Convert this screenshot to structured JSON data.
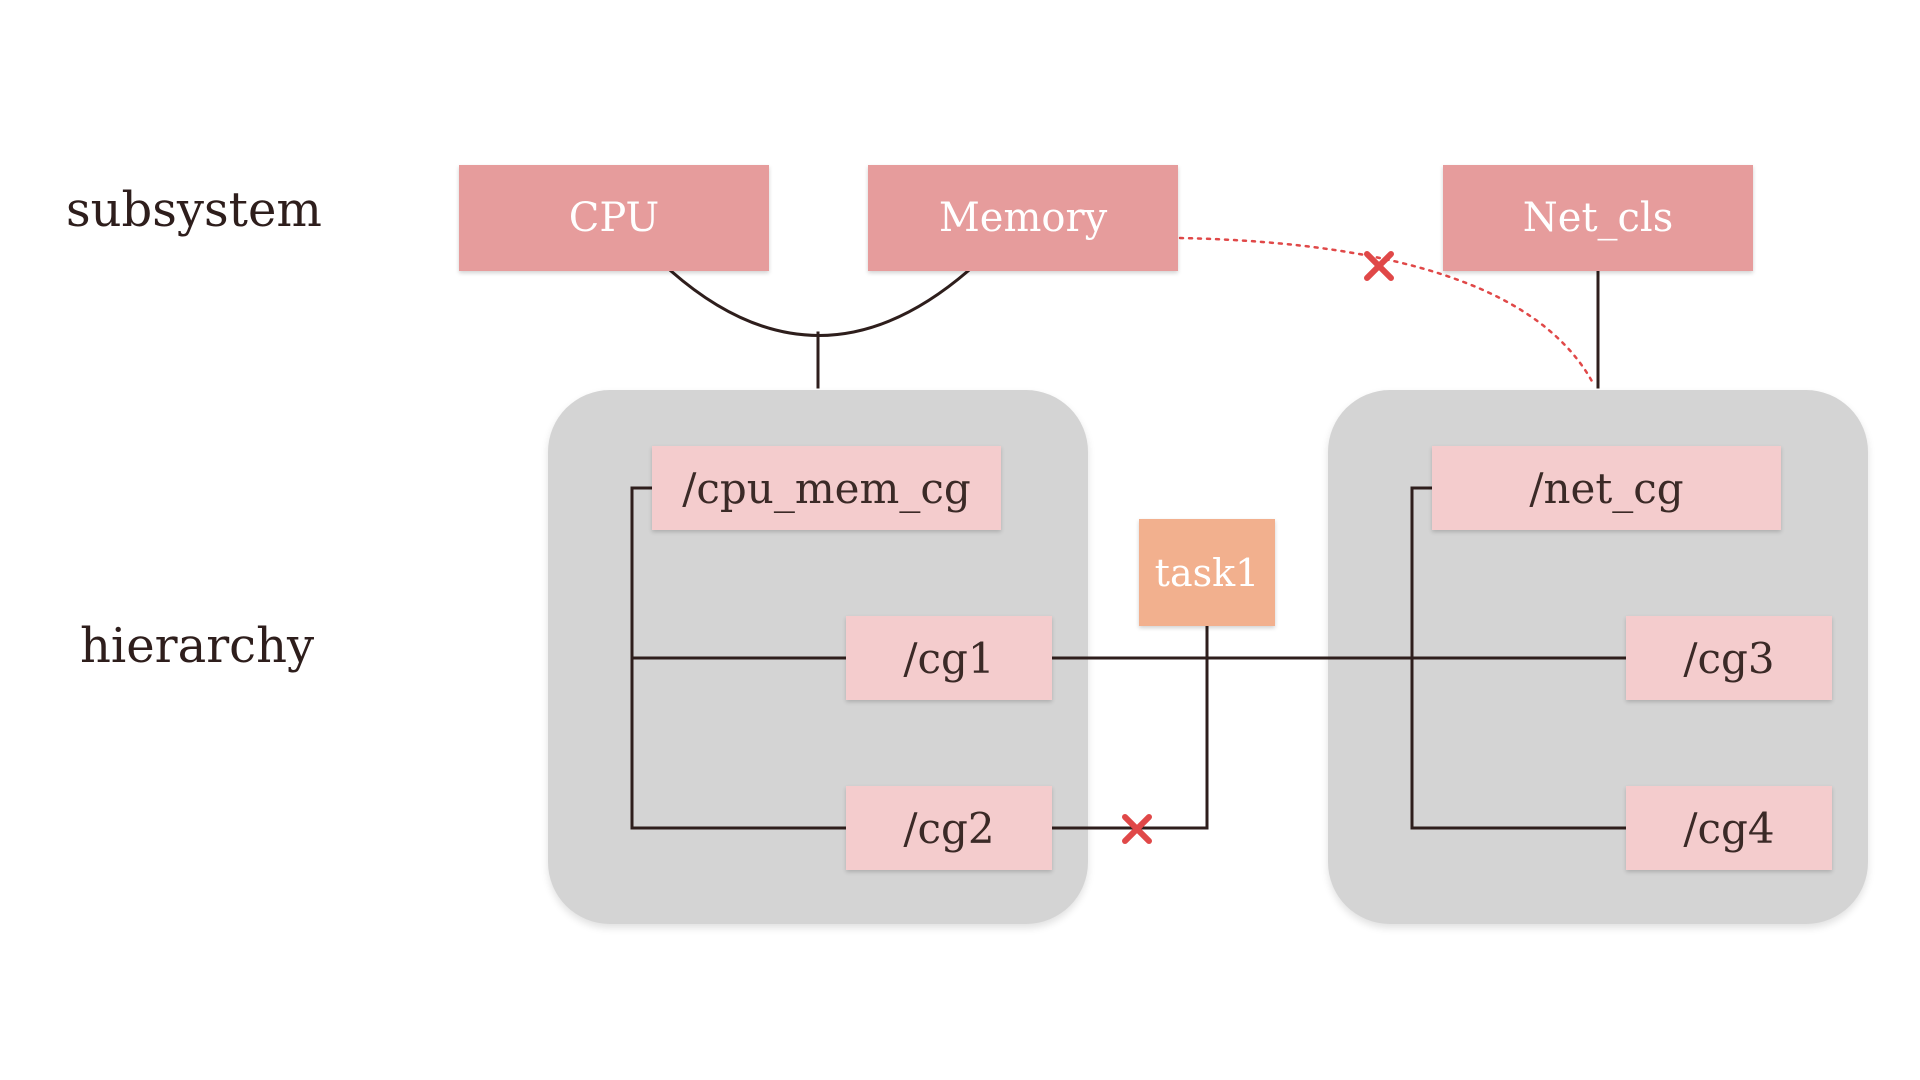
{
  "labels": {
    "subsystem": "subsystem",
    "hierarchy": "hierarchy"
  },
  "subsystems": {
    "cpu": "CPU",
    "memory": "Memory",
    "net_cls": "Net_cls"
  },
  "hierarchies": {
    "left": {
      "root": "/cpu_mem_cg",
      "children": [
        "/cg1",
        "/cg2"
      ]
    },
    "right": {
      "root": "/net_cg",
      "children": [
        "/cg3",
        "/cg4"
      ]
    }
  },
  "task": "task1",
  "colors": {
    "subsystem_box": "#e69c9c",
    "cgroup_box": "#f4cccd",
    "task_box": "#f2b08e",
    "hierarchy_group": "#d4d4d4",
    "connector": "#2e1e1c",
    "forbidden": "#e04848"
  }
}
